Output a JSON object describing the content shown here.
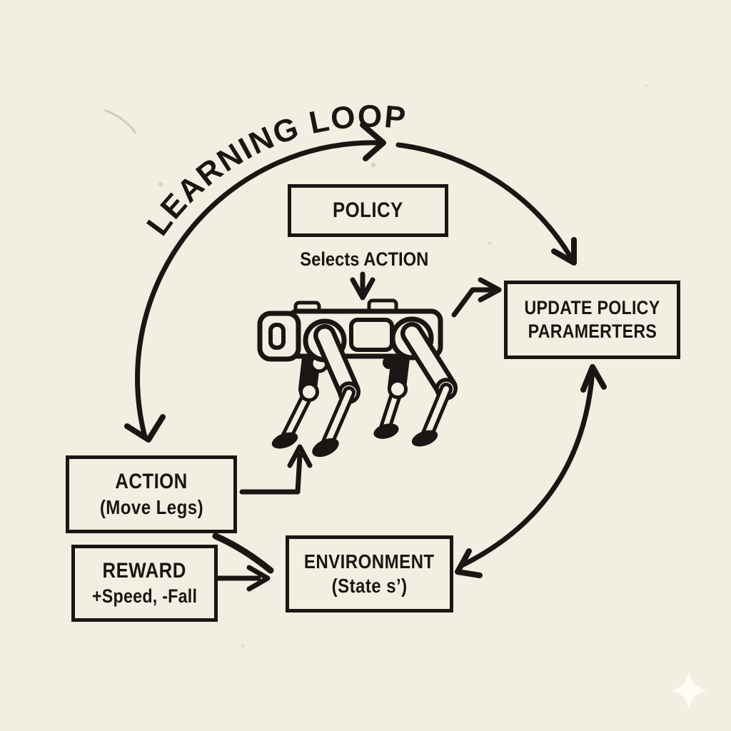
{
  "canvas": {
    "background_color": "#f2efe2",
    "ink_color": "#191613",
    "watermark_color": "#fdfcf5"
  },
  "title": {
    "curved_text": "LEARNING LOOP"
  },
  "nodes": {
    "policy": {
      "label": "POLICY"
    },
    "update_policy": {
      "line1": "UPDATE POLICY",
      "line2": "PARAMERTERS"
    },
    "action": {
      "line1": "ACTION",
      "line2": "(Move Legs)"
    },
    "reward": {
      "line1": "REWARD",
      "line2": "+Speed, -Fall"
    },
    "environment": {
      "line1": "ENVIRONMENT",
      "line2": "(State s’)"
    }
  },
  "annotations": {
    "selects_action": "Selects ACTION"
  },
  "icons": {
    "center_illustration": "robot-dog-icon",
    "corner_mark": "sparkle-icon"
  },
  "edges": [
    {
      "id": "loop-left-arc",
      "from": "learning-loop",
      "to": "action",
      "style": "large-curve, arrowheads at top-right and bottom ends"
    },
    {
      "id": "loop-top-right-arc",
      "from": "learning-loop",
      "to": "update_policy",
      "style": "curve, arrowhead pointing down-right into box top"
    },
    {
      "id": "policy-selects-action",
      "from": "policy",
      "to": "robot-dog",
      "style": "short straight down arrow",
      "label": "Selects ACTION"
    },
    {
      "id": "robot-to-update",
      "from": "robot-dog",
      "to": "update_policy",
      "style": "elbow arrow pointing right"
    },
    {
      "id": "action-to-robot",
      "from": "action",
      "to": "robot-dog",
      "style": "elbow arrow pointing up"
    },
    {
      "id": "reward-to-environment",
      "from": "reward",
      "to": "environment",
      "style": "straight arrow pointing right"
    },
    {
      "id": "action-to-environment",
      "from": "action",
      "to": "environment",
      "style": "short curve, no head"
    },
    {
      "id": "environment-update-curve",
      "from": "environment",
      "to": "update_policy",
      "style": "curve with arrowheads at both ends"
    }
  ]
}
